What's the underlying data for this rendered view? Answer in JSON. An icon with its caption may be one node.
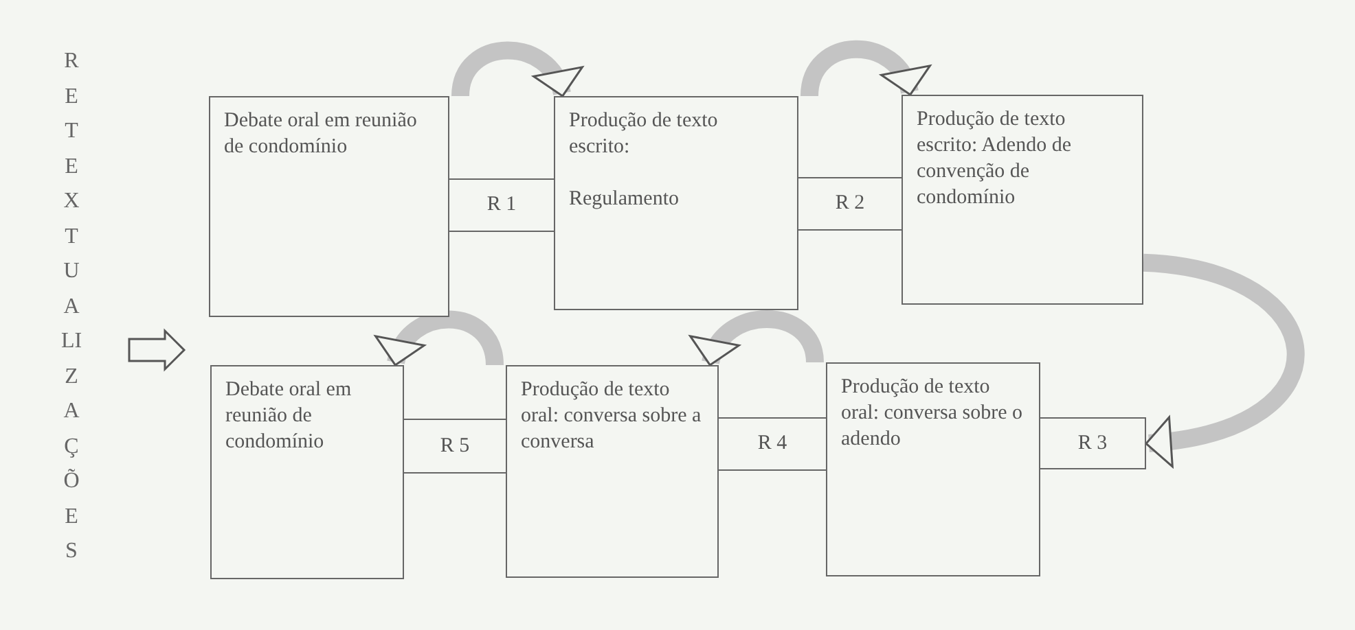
{
  "diagram": {
    "nodes": [
      {
        "text": [
          "Debate oral em reunião de condomínio"
        ]
      },
      {
        "text": [
          "R 1"
        ]
      },
      {
        "text": [
          "Produção de texto escrito:",
          "Regulamento"
        ]
      },
      {
        "text": [
          "R 2"
        ]
      },
      {
        "text": [
          "Produção de texto escrito: Adendo de convenção de condomínio"
        ]
      },
      {
        "text": [
          "Debate oral em reunião de condomínio"
        ]
      },
      {
        "text": [
          "R 5"
        ]
      },
      {
        "text": [
          "Produção de texto oral: conversa sobre a conversa"
        ]
      },
      {
        "text": [
          "R 4"
        ]
      },
      {
        "text": [
          "Produção de texto oral: conversa sobre o adendo"
        ]
      },
      {
        "text": [
          "R 3"
        ]
      }
    ],
    "edges": [
      {
        "from": 0,
        "to": 2,
        "arrow": "to"
      },
      {
        "from": 2,
        "to": 4,
        "arrow": "to"
      },
      {
        "from": 4,
        "to": 10,
        "arrow": "to"
      },
      {
        "from": 9,
        "to": 7,
        "arrow": "to"
      },
      {
        "from": 7,
        "to": 5,
        "arrow": "to"
      }
    ],
    "labels": [
      "RETEXTUALIZAÇÕES"
    ]
  }
}
